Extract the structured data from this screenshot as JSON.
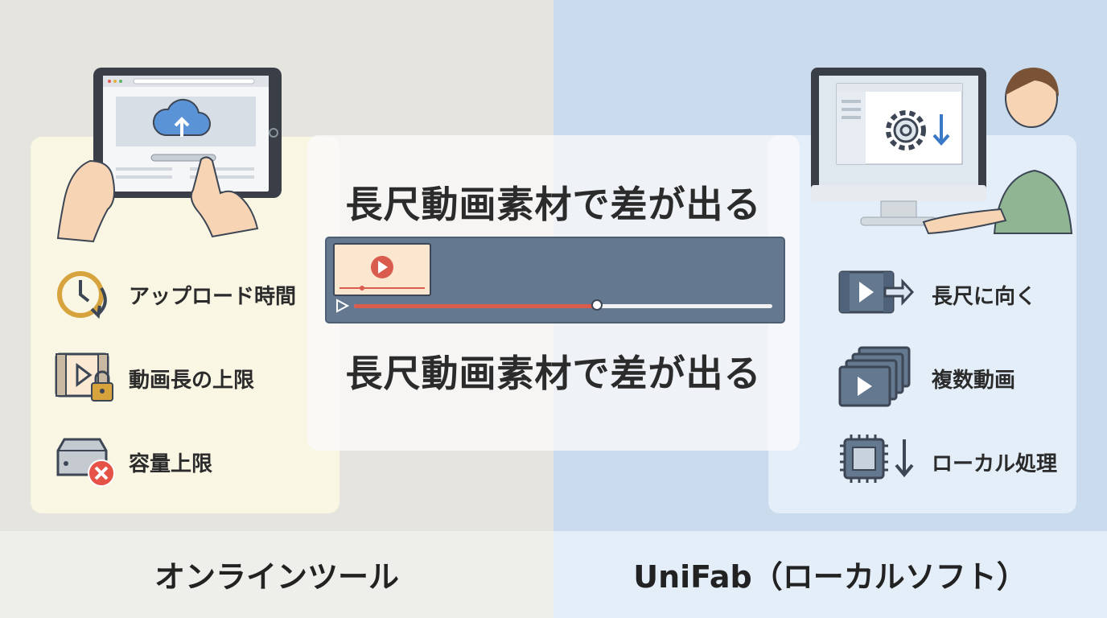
{
  "headline": {
    "top": "長尺動画素材で差が出る",
    "bottom": "長尺動画素材で差が出る"
  },
  "left": {
    "features": [
      {
        "label": "アップロード時間",
        "icon": "clock-refresh-icon"
      },
      {
        "label": "動画長の上限",
        "icon": "film-lock-icon"
      },
      {
        "label": "容量上限",
        "icon": "drive-error-icon"
      }
    ],
    "footer": "オンラインツール"
  },
  "right": {
    "features": [
      {
        "label": "長尺に向く",
        "icon": "long-film-icon"
      },
      {
        "label": "複数動画",
        "icon": "stacked-films-icon"
      },
      {
        "label": "ローカル処理",
        "icon": "chip-download-icon"
      }
    ],
    "footer": "UniFab（ローカルソフト）"
  },
  "player": {
    "progress": 0.58
  },
  "colors": {
    "left_bg": "#e6e4df",
    "right_bg": "#c9dbec",
    "accent_red": "#d95c4e",
    "icon_outline": "#3c4654",
    "icon_gold": "#d7a33c"
  }
}
